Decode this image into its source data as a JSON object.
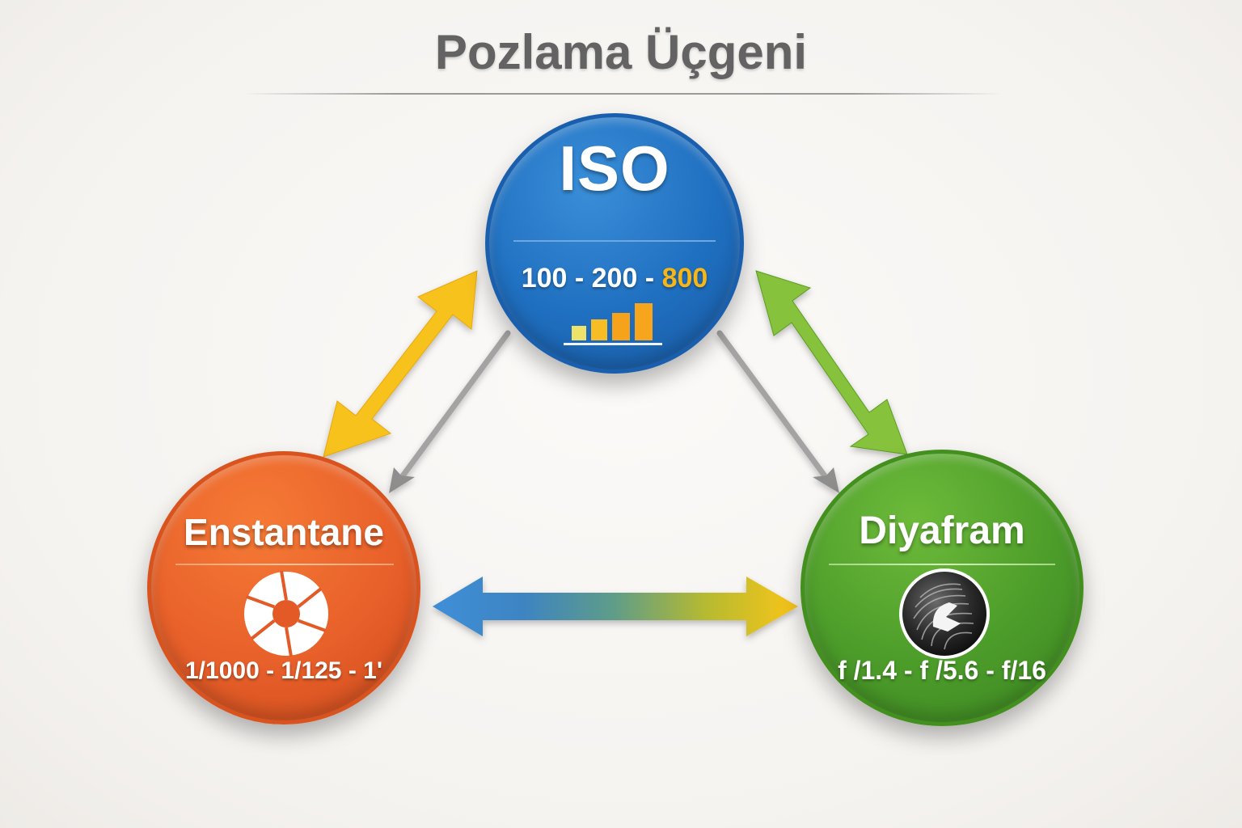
{
  "title": "Pozlama Üçgeni",
  "nodes": {
    "iso": {
      "label": "ISO",
      "values_prefix": "100 - 200 - ",
      "values_highlight": "800",
      "icon": "signal-bars-icon",
      "color": "#1f6fc0",
      "highlight_color": "#f7b617"
    },
    "shutter": {
      "label": "Enstantane",
      "values": "1/1000 - 1/125 - 1'",
      "icon": "shutter-aperture-icon",
      "color": "#e8602a"
    },
    "aperture": {
      "label": "Diyafram",
      "values": "f /1.4 - f /5.6 - f/16",
      "icon": "lens-iris-icon",
      "color": "#4c9c2a"
    }
  },
  "connections": [
    {
      "from": "Enstantane",
      "to": "ISO",
      "type": "double-arrow",
      "color": "#f7c21c"
    },
    {
      "from": "ISO",
      "to": "Diyafram",
      "type": "double-arrow",
      "color": "#7fbf2a"
    },
    {
      "from": "Enstantane",
      "to": "Diyafram",
      "type": "double-arrow-gradient",
      "colors": [
        "#3f8fd8",
        "#f7c21c"
      ]
    },
    {
      "from": "ISO",
      "to": "Enstantane",
      "type": "arrow",
      "color": "#9a9a9a"
    },
    {
      "from": "ISO",
      "to": "Diyafram",
      "type": "arrow",
      "color": "#9a9a9a"
    }
  ]
}
